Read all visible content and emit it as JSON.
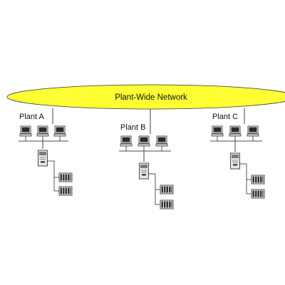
{
  "network": {
    "label": "Plant-Wide Network",
    "fill_color": "#ffff33"
  },
  "plants": [
    {
      "label": "Plant A"
    },
    {
      "label": "Plant B"
    },
    {
      "label": "Plant C"
    }
  ]
}
